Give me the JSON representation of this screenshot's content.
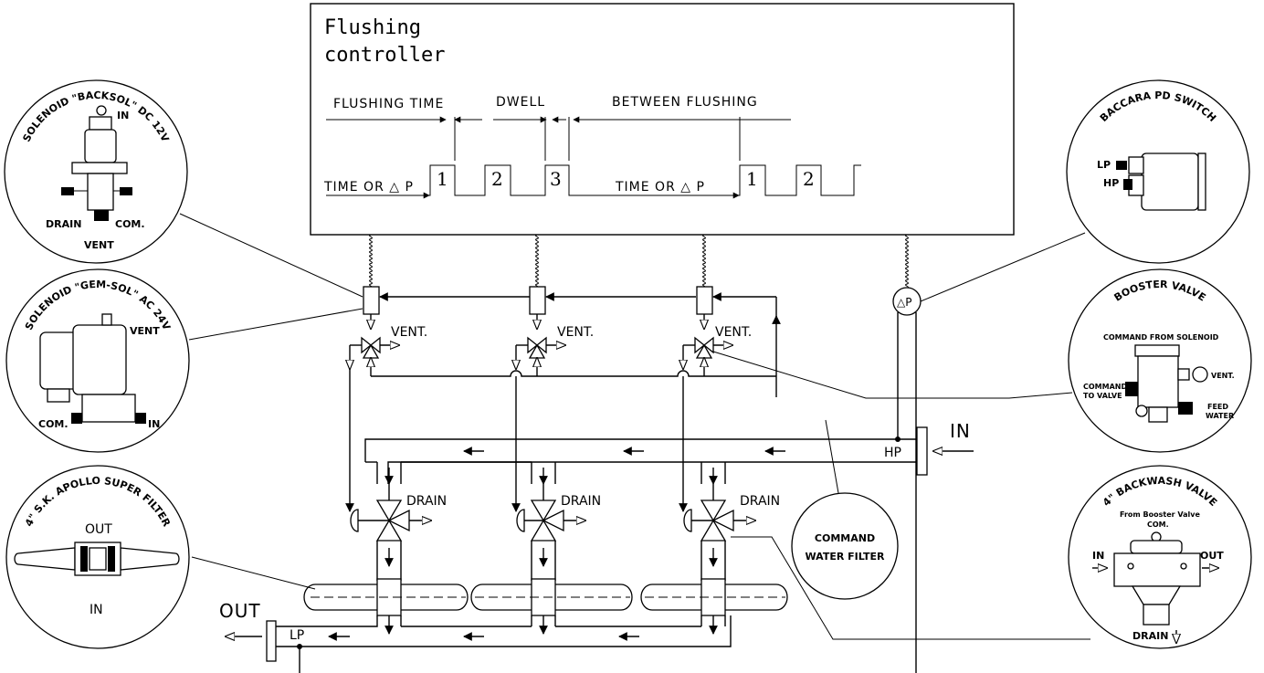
{
  "controller": {
    "title_line1": "Flushing",
    "title_line2": "controller",
    "timing_labels": {
      "flushing_time": "FLUSHING TIME",
      "dwell": "DWELL",
      "between_flushing": "BETWEEN FLUSHING",
      "time_or_dp_1": "TIME OR △ P",
      "time_or_dp_2": "TIME OR △ P"
    },
    "pulse_numbers": [
      "1",
      "2",
      "3",
      "1",
      "2"
    ]
  },
  "network": {
    "vent_label": "VENT.",
    "drain_label": "DRAIN",
    "dp_label": "△P",
    "inlet_label": "IN",
    "outlet_label": "OUT",
    "hp_label": "HP",
    "lp_label": "LP",
    "command_filter_line1": "COMMAND",
    "command_filter_line2": "WATER FILTER"
  },
  "callouts": {
    "solenoid_backsol": {
      "title": "SOLENOID \"BACKSOL\" DC 12V",
      "in": "IN",
      "drain": "DRAIN",
      "com": "COM.",
      "vent": "VENT"
    },
    "solenoid_gemsol": {
      "title": "SOLENOID \"GEM-SOL\" AC 24V",
      "vent": "VENT",
      "com": "COM.",
      "in": "IN"
    },
    "apollo_filter": {
      "title": "4\" S.K. APOLLO SUPER FILTER",
      "out": "OUT",
      "in": "IN"
    },
    "baccara_switch": {
      "title": "BACCARA PD SWITCH",
      "lp": "LP",
      "hp": "HP"
    },
    "booster_valve": {
      "title": "BOOSTER VALVE",
      "command_from_solenoid": "COMMAND FROM SOLENOID",
      "command_to_valve_1": "COMMAND",
      "command_to_valve_2": "TO VALVE",
      "vent": "VENT.",
      "feed_1": "FEED",
      "feed_2": "WATER"
    },
    "backwash_valve": {
      "title": "4\" BACKWASH VALVE",
      "from_booster": "From Booster Valve",
      "com": "COM.",
      "in": "IN",
      "out": "OUT",
      "drain": "DRAIN"
    }
  }
}
